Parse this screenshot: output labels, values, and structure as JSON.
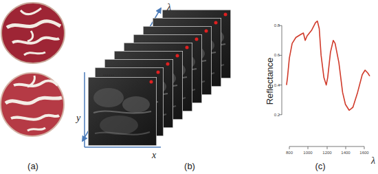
{
  "diagram": {
    "labels": [
      "(a)",
      "y",
      "x",
      "λ",
      "......",
      "(b)",
      "Reflectance",
      "0.8",
      "0.6",
      "0.4",
      "0.2",
      "800",
      "1000",
      "1200",
      "1400",
      "1600",
      "λ",
      "(c)"
    ]
  }
}
